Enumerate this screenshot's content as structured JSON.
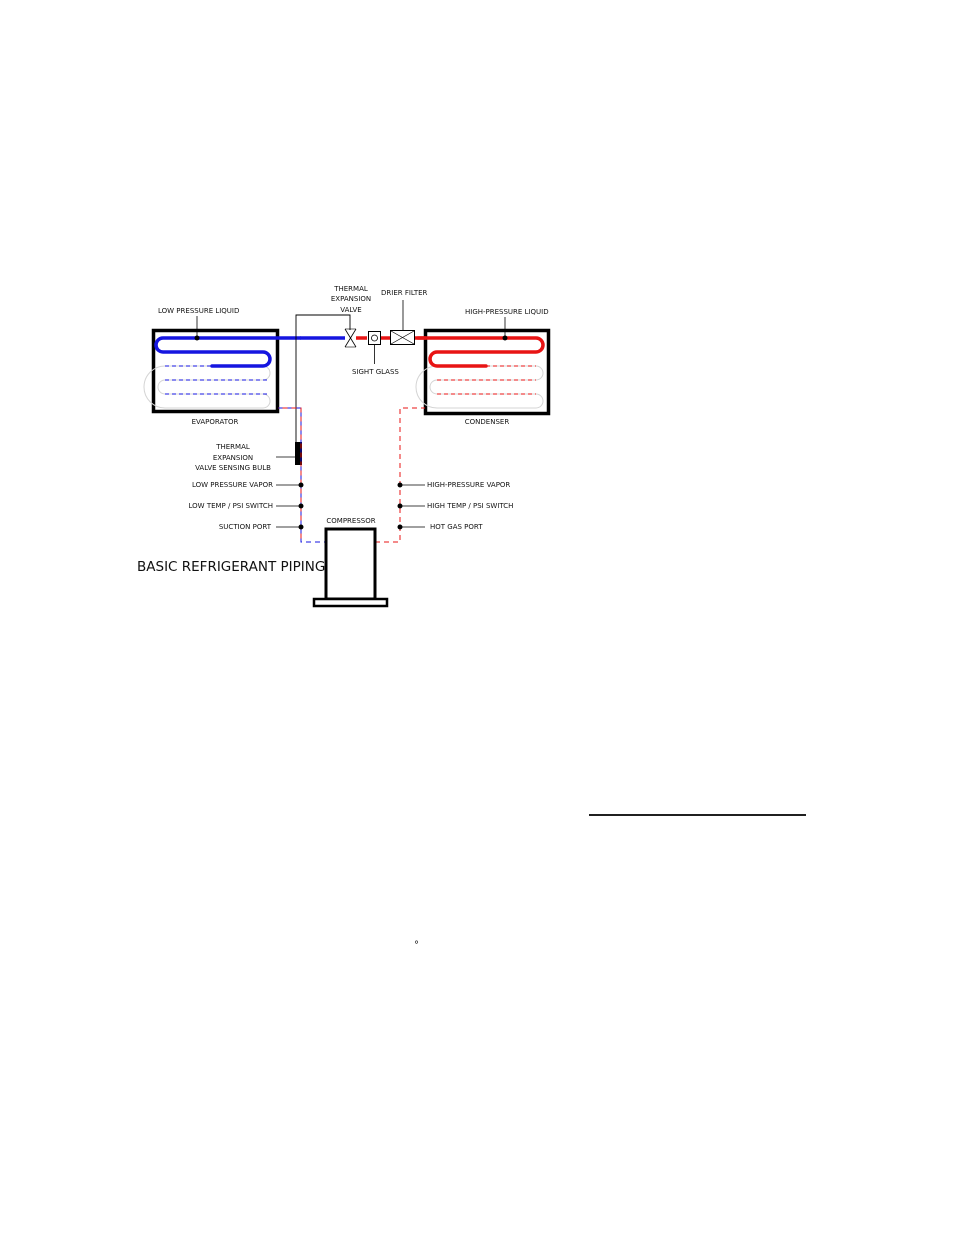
{
  "title": "BASIC REFRIGERANT PIPING",
  "colors": {
    "low_side": "#1515e0",
    "high_side": "#e81414",
    "outline": "#000000",
    "coil_ghost": "#d4d4d4"
  },
  "labels": {
    "low_pressure_liquid": "LOW PRESSURE LIQUID",
    "high_pressure_liquid": "HIGH-PRESSURE LIQUID",
    "txv_line1": "THERMAL",
    "txv_line2": "EXPANSION",
    "txv_line3": "VALVE",
    "drier_filter": "DRIER FILTER",
    "sight_glass": "SIGHT GLASS",
    "evaporator": "EVAPORATOR",
    "condenser": "CONDENSER",
    "bulb_line1": "THERMAL",
    "bulb_line2": "EXPANSION",
    "bulb_line3": "VALVE SENSING BULB",
    "low_pressure_vapor": "LOW PRESSURE VAPOR",
    "low_temp_switch": "LOW TEMP / PSI SWITCH",
    "suction_port": "SUCTION PORT",
    "compressor": "COMPRESSOR",
    "high_pressure_vapor": "HIGH-PRESSURE VAPOR",
    "high_temp_switch": "HIGH TEMP / PSI SWITCH",
    "hot_gas_port": "HOT GAS PORT"
  },
  "stray_mark": "°"
}
